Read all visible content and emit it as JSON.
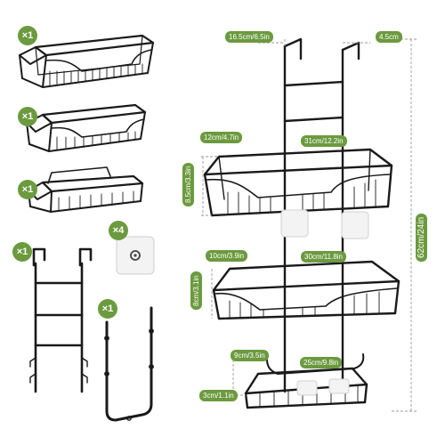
{
  "colors": {
    "accent": "#6c9a3f",
    "metal": "#1a1a1a",
    "dim_line": "#9a9a9a",
    "adhesive_pad": "#f3f3f3"
  },
  "quantities": {
    "basket_1": "×1",
    "basket_2": "×1",
    "basket_3": "×1",
    "adhesive_hooks": "×4",
    "door_hanger": "×1",
    "side_bar": "×1"
  },
  "dimensions": {
    "top_width": "16.5cm/6.5in",
    "hook_depth": "4.5cm",
    "top_basket_depth": "12cm/4.7in",
    "top_basket_width": "31cm/12.2in",
    "top_basket_height": "8.5cm/3.3in",
    "total_height": "62cm/24in",
    "middle_basket_depth": "10cm/3.9in",
    "middle_basket_width": "30cm/11.8in",
    "middle_basket_height": "8cm/3.1in",
    "bottom_basket_depth": "9cm/3.5in",
    "bottom_basket_width": "25cm/9.8in",
    "bottom_basket_height": "3cm/1.1in"
  }
}
